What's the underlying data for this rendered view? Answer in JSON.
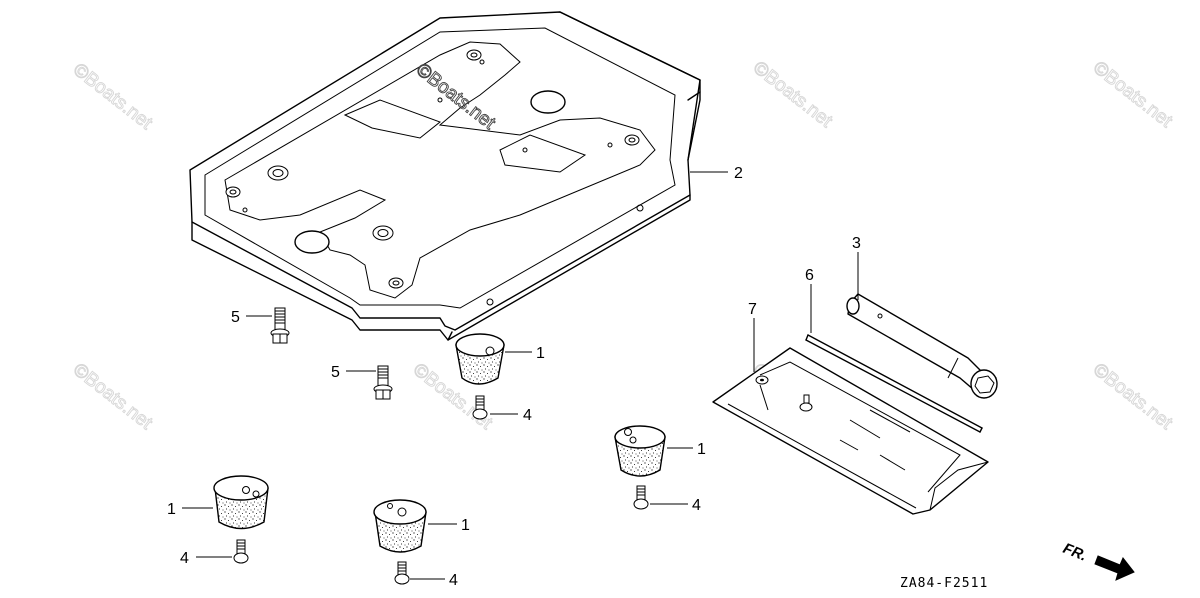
{
  "diagram": {
    "watermark_text": "©Boats.net",
    "drawing_code": "ZA84-F2511",
    "direction_marker": "FR.",
    "callouts": {
      "c1a": "1",
      "c1b": "1",
      "c1c": "1",
      "c1d": "1",
      "c2": "2",
      "c3": "3",
      "c4a": "4",
      "c4b": "4",
      "c4c": "4",
      "c4d": "4",
      "c5a": "5",
      "c5b": "5",
      "c6": "6",
      "c7": "7"
    }
  }
}
